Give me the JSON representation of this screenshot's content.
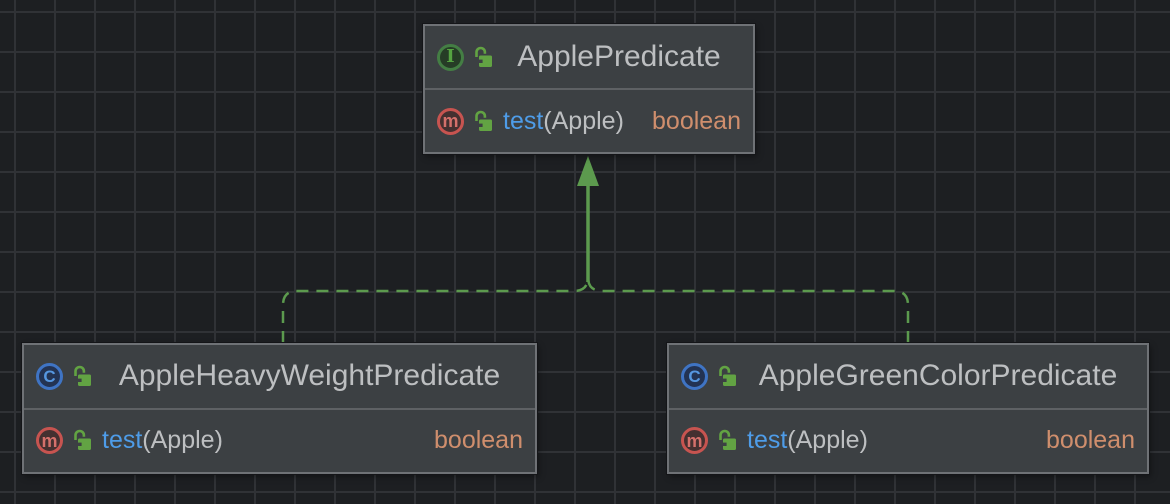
{
  "diagram": {
    "tool": "uml-class-diagram",
    "icon_letters": {
      "interface": "I",
      "class": "C",
      "method": "m"
    },
    "nodes": [
      {
        "id": "ApplePredicate",
        "stereotype": "interface",
        "name": "ApplePredicate",
        "visibility": "public",
        "members": [
          {
            "kind": "method",
            "visibility": "public",
            "name": "test",
            "params": "(Apple)",
            "type": "boolean"
          }
        ]
      },
      {
        "id": "AppleHeavyWeightPredicate",
        "stereotype": "class",
        "name": "AppleHeavyWeightPredicate",
        "visibility": "public",
        "members": [
          {
            "kind": "method",
            "visibility": "public",
            "name": "test",
            "params": "(Apple)",
            "type": "boolean"
          }
        ]
      },
      {
        "id": "AppleGreenColorPredicate",
        "stereotype": "class",
        "name": "AppleGreenColorPredicate",
        "visibility": "public",
        "members": [
          {
            "kind": "method",
            "visibility": "public",
            "name": "test",
            "params": "(Apple)",
            "type": "boolean"
          }
        ]
      }
    ],
    "edges": [
      {
        "from": "AppleHeavyWeightPredicate",
        "to": "ApplePredicate",
        "type": "realization",
        "line": "dashed",
        "arrowhead": "filled-triangle"
      },
      {
        "from": "AppleGreenColorPredicate",
        "to": "ApplePredicate",
        "type": "realization",
        "line": "dashed",
        "arrowhead": "filled-triangle"
      }
    ],
    "colors": {
      "background": "#1d1f22",
      "grid": "#303236",
      "node_bg": "#3c4043",
      "node_border": "#6f7276",
      "separator": "#5e6164",
      "title_text": "#bdbfc1",
      "method_name": "#4e9ce8",
      "params_text": "#bdbfc1",
      "return_type": "#cf8e6d",
      "edge": "#5c9a4e",
      "interface_icon": "#55a341",
      "class_icon": "#5697e0",
      "method_icon": "#d4706b",
      "lock_icon": "#62a343"
    }
  }
}
